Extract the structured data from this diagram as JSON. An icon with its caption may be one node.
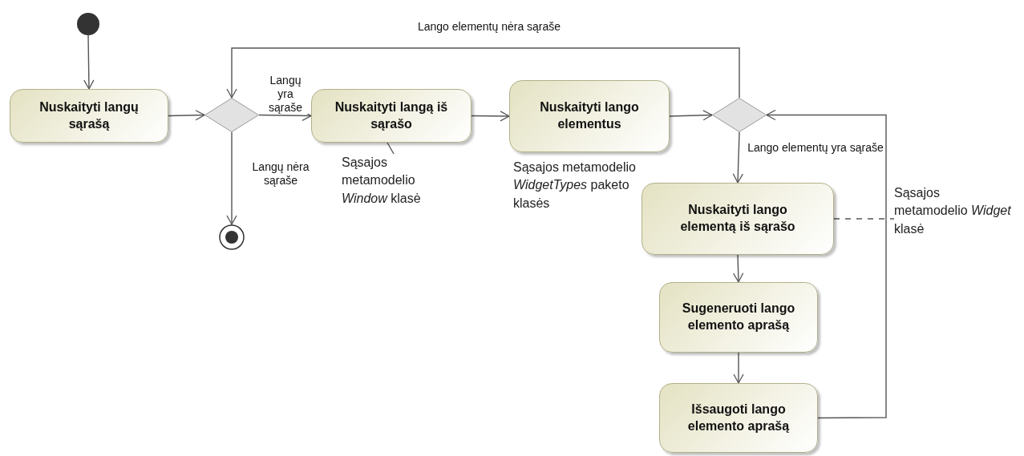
{
  "diagram": {
    "nodes": [
      {
        "text": [],
        "shape": "circle"
      },
      {
        "text": [
          "Nuskaityti langų sąrašą"
        ]
      },
      {
        "text": [],
        "shape": "diamond"
      },
      {
        "text": [],
        "shape": "circle"
      },
      {
        "text": [
          "Nuskaityti langą iš sąrašo"
        ]
      },
      {
        "text": [
          "Nuskaityti lango elementus"
        ],
        "beside": [
          "Sąsajos metamodelio *WidgetTypes* paketo klasės"
        ]
      },
      {
        "text": [],
        "shape": "diamond"
      },
      {
        "text": [
          "Nuskaityti lango elementą iš sąrašo"
        ]
      },
      {
        "text": [
          "Sugeneruoti lango elemento aprašą"
        ]
      },
      {
        "text": [
          "Išsaugoti lango elemento aprašą"
        ]
      },
      {
        "text": [
          "Sąsajos metamodelio *Window* klasė"
        ]
      },
      {
        "text": [
          "Sąsajos metamodelio *Widget* klasė"
        ]
      }
    ],
    "edges": [
      {
        "from": 0,
        "to": 1,
        "arrow": "to"
      },
      {
        "from": 1,
        "to": 2,
        "arrow": "to"
      },
      {
        "from": 2,
        "to": 4,
        "arrow": "to",
        "label": "Langų yra sąraše"
      },
      {
        "from": 2,
        "to": 3,
        "arrow": "to",
        "label": "Langų nėra sąraše"
      },
      {
        "from": 4,
        "to": 5,
        "arrow": "to"
      },
      {
        "from": 5,
        "to": 6,
        "arrow": "to"
      },
      {
        "from": 6,
        "to": 2,
        "arrow": "to",
        "label": "Lango elementų nėra sąraše"
      },
      {
        "from": 6,
        "to": 7,
        "arrow": "to",
        "label": "Lango elementų yra sąraše"
      },
      {
        "from": 7,
        "to": 8,
        "arrow": "to"
      },
      {
        "from": 8,
        "to": 9,
        "arrow": "to"
      },
      {
        "from": 9,
        "to": 6,
        "arrow": "to"
      },
      {
        "from": 4,
        "to": 10,
        "arrow": "none"
      },
      {
        "from": 7,
        "to": 11,
        "arrow": "none",
        "style": "dashed"
      }
    ]
  }
}
